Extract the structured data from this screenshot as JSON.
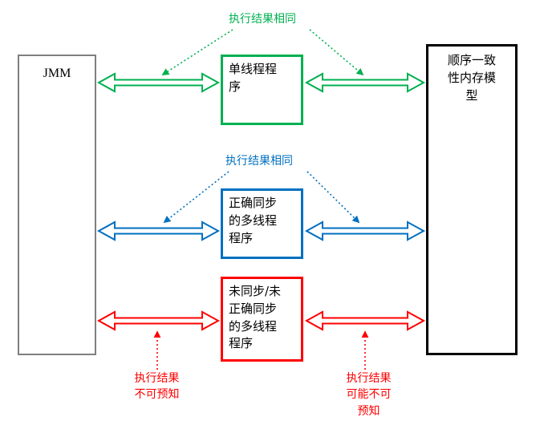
{
  "boxes": {
    "jmm": {
      "label": "JMM"
    },
    "sequential": {
      "label": "顺序一致性内存模型"
    },
    "single_thread": {
      "label": "单线程程序"
    },
    "synced_multi": {
      "label": "正确同步的多线程程序"
    },
    "unsynced_multi": {
      "label": "未同步/未正确同步的多线程程序"
    }
  },
  "annotations": {
    "same_result_top": "执行结果相同",
    "same_result_middle": "执行结果相同",
    "unpredictable_left": "执行结果\n不可预知",
    "maybe_unpredictable_right": "执行结果\n可能不可\n预知"
  },
  "colors": {
    "green": "#00B050",
    "blue": "#0070C0",
    "red": "#FF0000",
    "gray": "#7F7F7F",
    "black": "#000000"
  }
}
